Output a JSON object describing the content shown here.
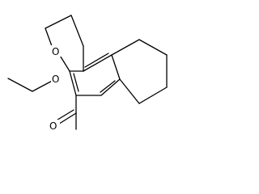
{
  "molecule": {
    "atoms": [
      {
        "id": "O_furan",
        "label": "O"
      },
      {
        "id": "O_carbonyl",
        "label": "O"
      },
      {
        "id": "O_ester",
        "label": "O"
      }
    ]
  },
  "colors": {
    "bond": "#000000",
    "background": "#ffffff"
  }
}
